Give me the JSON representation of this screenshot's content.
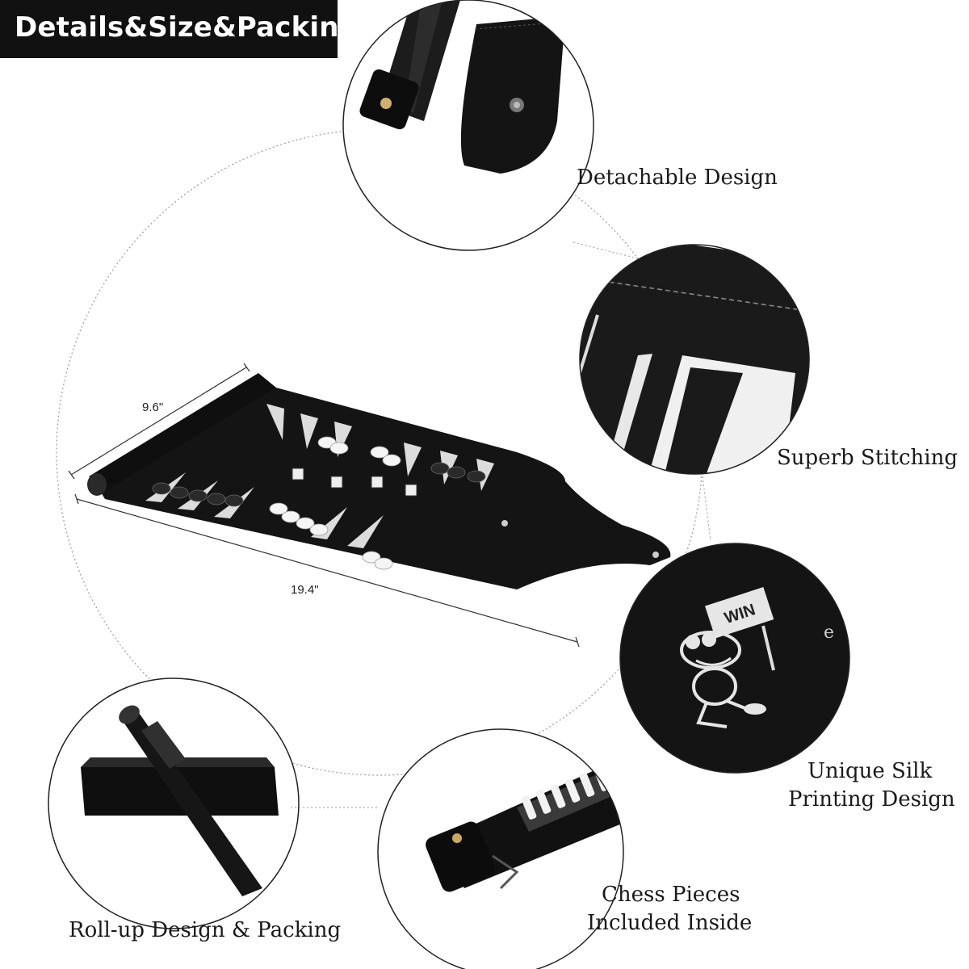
{
  "header": {
    "title": "Details&Size&Packing"
  },
  "dimensions": {
    "width_label": "9.6\"",
    "length_label": "19.4\""
  },
  "features": {
    "detachable": "Detachable Design",
    "stitching": "Superb Stitching",
    "silk_line1": "Unique Silk",
    "silk_line2": "Printing Design",
    "pieces_line1": "Chess Pieces",
    "pieces_line2": "Included Inside",
    "rollup": "Roll-up Design & Packing"
  },
  "print": {
    "sign_text": "WIN"
  }
}
